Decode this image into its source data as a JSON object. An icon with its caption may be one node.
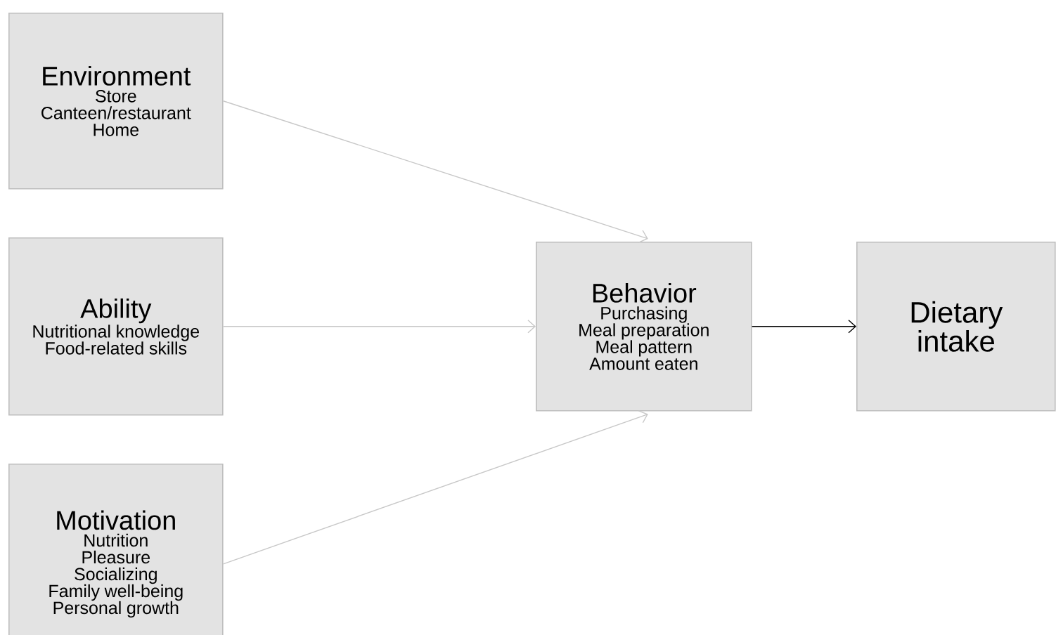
{
  "diagram": {
    "nodes": [
      {
        "text": [
          "Environment",
          "Store",
          "Canteen/restaurant",
          "Home"
        ]
      },
      {
        "text": [
          "Ability",
          "Nutritional knowledge",
          "Food-related skills"
        ]
      },
      {
        "text": [
          "Motivation",
          "Nutrition",
          "Pleasure",
          "Socializing",
          "Family well-being",
          "Personal growth"
        ]
      },
      {
        "text": [
          "Behavior",
          "Purchasing",
          "Meal preparation",
          "Meal pattern",
          "Amount eaten"
        ]
      },
      {
        "text": [
          "Dietary intake"
        ]
      }
    ],
    "edges": [
      {
        "from": 0,
        "to": 3,
        "arrow": "to"
      },
      {
        "from": 1,
        "to": 3,
        "arrow": "to"
      },
      {
        "from": 2,
        "to": 3,
        "arrow": "to"
      },
      {
        "from": 3,
        "to": 4,
        "arrow": "to",
        "color": "#000000"
      }
    ]
  }
}
